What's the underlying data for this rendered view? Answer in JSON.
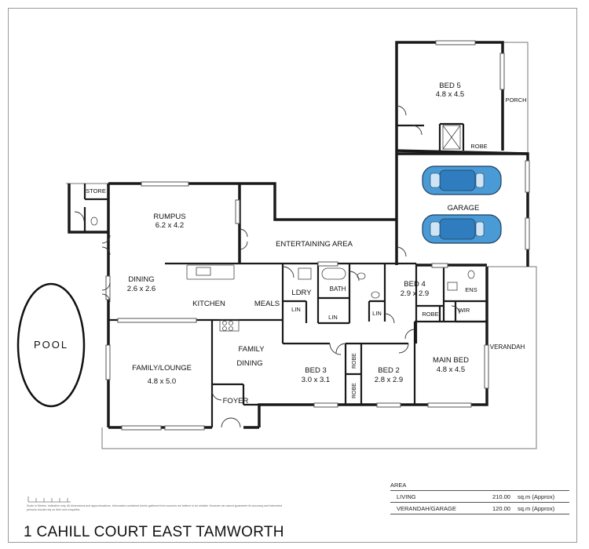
{
  "property_title": "1 CAHILL COURT EAST TAMWORTH",
  "pool_label": "POOL",
  "rooms": {
    "bed5": {
      "name": "BED 5",
      "dims": "4.8 x 4.5"
    },
    "porch": {
      "name": "PORCH"
    },
    "robe_bed5": {
      "name": "ROBE"
    },
    "garage": {
      "name": "GARAGE"
    },
    "store": {
      "name": "STORE"
    },
    "rumpus": {
      "name": "RUMPUS",
      "dims": "6.2 x 4.2"
    },
    "entertaining": {
      "name": "ENTERTAINING AREA"
    },
    "dining": {
      "name": "DINING",
      "dims": "2.6 x 2.6"
    },
    "kitchen": {
      "name": "KITCHEN"
    },
    "meals": {
      "name": "MEALS"
    },
    "ldry": {
      "name": "LDRY"
    },
    "bath": {
      "name": "BATH"
    },
    "lin1": {
      "name": "LIN"
    },
    "lin2": {
      "name": "LIN"
    },
    "lin3": {
      "name": "LIN"
    },
    "bed4": {
      "name": "BED 4",
      "dims": "2.9 x 2.9"
    },
    "robe_bed4": {
      "name": "ROBE"
    },
    "ens": {
      "name": "ENS"
    },
    "wir": {
      "name": "WIR"
    },
    "verandah": {
      "name": "VERANDAH"
    },
    "family_dining": {
      "name": "FAMILY",
      "name2": "DINING"
    },
    "family_lounge": {
      "name": "FAMILY/LOUNGE",
      "dims": "4.8 x 5.0"
    },
    "bed3": {
      "name": "BED 3",
      "dims": "3.0 x 3.1"
    },
    "robe_bed3": {
      "name": "ROBE"
    },
    "bed2": {
      "name": "BED 2",
      "dims": "2.8 x 2.9"
    },
    "robe_bed2": {
      "name": "ROBE"
    },
    "main_bed": {
      "name": "MAIN BED",
      "dims": "4.8 x 4.5"
    },
    "foyer": {
      "name": "FOYER"
    }
  },
  "area_table": {
    "heading": "AREA",
    "rows": [
      {
        "label": "LIVING",
        "value": "210.00",
        "unit": "sq.m (Approx)"
      },
      {
        "label": "VERANDAH/GARAGE",
        "value": "120.00",
        "unit": "sq.m (Approx)"
      }
    ]
  },
  "disclaimer": "Scale in Metres. Indicative only. All dimensions and approximations. Information contained herein gathered from sources we believe to be reliable. However we cannot guarantee its accuracy and interested persons should rely on their own enquiries.",
  "colors": {
    "wall": "#1a1a1a",
    "car_body": "#4a9ad6",
    "car_roof": "#2f7dbf",
    "pool_outline": "#111111"
  }
}
